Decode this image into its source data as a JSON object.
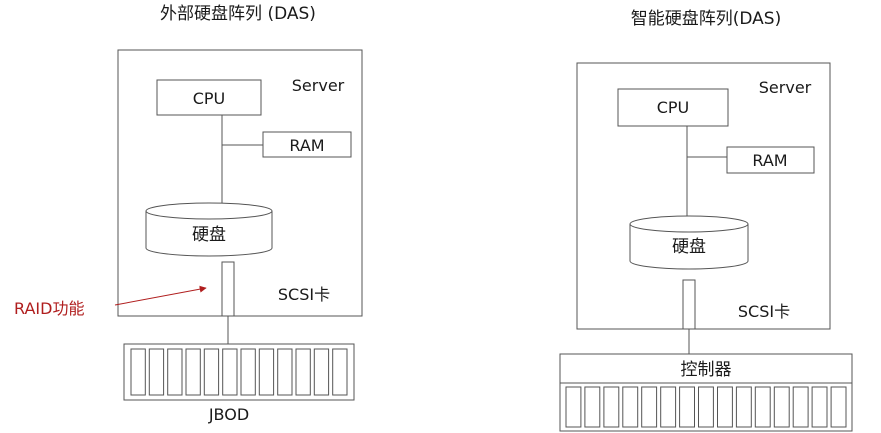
{
  "left": {
    "title": "外部硬盘阵列 (DAS)",
    "server_label": "Server",
    "cpu_label": "CPU",
    "ram_label": "RAM",
    "disk_label": "硬盘",
    "scsi_label": "SCSI卡",
    "raid_label": "RAID功能",
    "jbod_label": "JBOD",
    "jbod_slots": 12
  },
  "right": {
    "title": "智能硬盘阵列(DAS)",
    "server_label": "Server",
    "cpu_label": "CPU",
    "ram_label": "RAM",
    "disk_label": "硬盘",
    "scsi_label": "SCSI卡",
    "controller_label": "控制器",
    "disk_slots": 15
  },
  "colors": {
    "line": "#555555",
    "text": "#1a1a1a",
    "annotation": "#b01e1e"
  }
}
